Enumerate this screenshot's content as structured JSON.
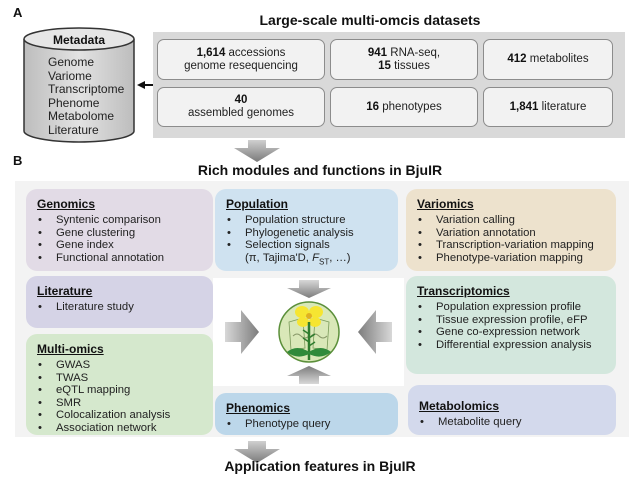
{
  "panel_a": {
    "label": "A",
    "title": "Large-scale multi-omcis datasets",
    "metadata": {
      "title": "Metadata",
      "items": [
        "Genome",
        "Variome",
        "Transcriptome",
        "Phenome",
        "Metabolome",
        "Literature"
      ]
    },
    "datasets": [
      {
        "bold": "1,614",
        "text": " accessions",
        "line2": "genome resequencing",
        "line2_bold": ""
      },
      {
        "bold": "941",
        "text": " RNA-seq,",
        "line2": " tissues",
        "line2_bold": "15"
      },
      {
        "bold": "412",
        "text": " metabolites",
        "line2": "",
        "line2_bold": ""
      },
      {
        "bold": "40",
        "text": "",
        "line2": "assembled genomes",
        "line2_bold": ""
      },
      {
        "bold": "16",
        "text": " phenotypes",
        "line2": "",
        "line2_bold": ""
      },
      {
        "bold": "1,841",
        "text": " literature",
        "line2": "",
        "line2_bold": ""
      }
    ]
  },
  "panel_b": {
    "label": "B",
    "title": "Rich modules and functions in BjuIR",
    "footer": "Application features in BjuIR",
    "modules": {
      "genomics": {
        "title": "Genomics",
        "items": [
          "Syntenic comparison",
          "Gene clustering",
          "Gene index",
          "Functional annotation"
        ]
      },
      "population": {
        "title": "Population",
        "items": [
          "Population structure",
          "Phylogenetic analysis",
          "Selection signals"
        ],
        "extra_prefix": "(π, Tajima'D, ",
        "extra_f": "F",
        "extra_sub": "ST",
        "extra_suffix": ", …)"
      },
      "variomics": {
        "title": "Variomics",
        "items": [
          "Variation calling",
          "Variation annotation",
          "Transcription-variation mapping",
          "Phenotype-variation mapping"
        ]
      },
      "literature": {
        "title": "Literature",
        "items": [
          "Literature study"
        ]
      },
      "transcriptomics": {
        "title": "Transcriptomics",
        "items": [
          "Population expression profile",
          "Tissue expression profile, eFP",
          "Gene co-expression network",
          "Differential expression analysis"
        ]
      },
      "multiomics": {
        "title": "Multi-omics",
        "items": [
          "GWAS",
          "TWAS",
          "eQTL mapping",
          "SMR",
          "Colocalization analysis",
          "Association network"
        ]
      },
      "phenomics": {
        "title": "Phenomics",
        "items": [
          "Phenotype query"
        ]
      },
      "metabolomics": {
        "title": "Metabolomics",
        "items": [
          "Metabolite query"
        ]
      }
    }
  }
}
